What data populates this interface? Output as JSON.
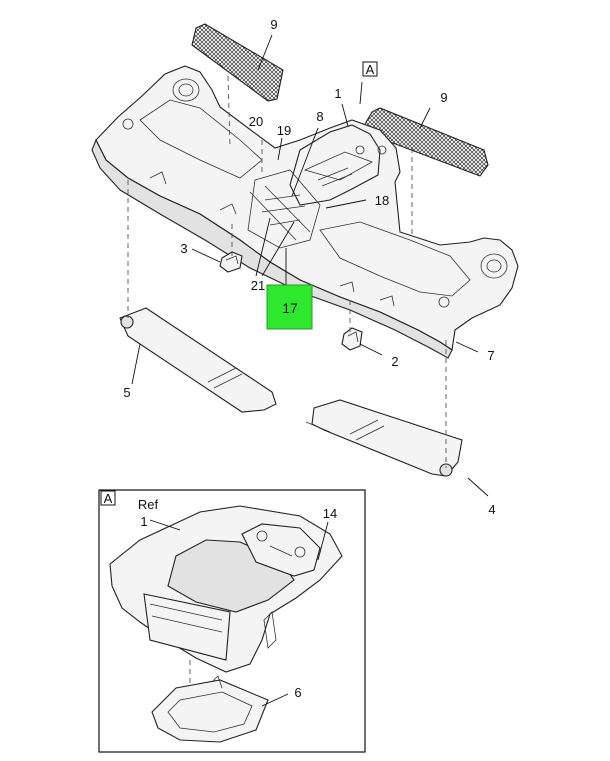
{
  "callouts": {
    "c9a": "9",
    "c9b": "9",
    "ref_a_top": "A",
    "c1": "1",
    "c8": "8",
    "c20": "20",
    "c19": "19",
    "c18": "18",
    "c3": "3",
    "c21": "21",
    "c17": "17",
    "c2": "2",
    "c7": "7",
    "c5": "5",
    "c4": "4",
    "detail_a": "A",
    "ref": "Ref",
    "c1_detail": "1",
    "c14": "14",
    "c6": "6"
  },
  "colors": {
    "highlight": "#2ee82e",
    "line": "#222222"
  }
}
